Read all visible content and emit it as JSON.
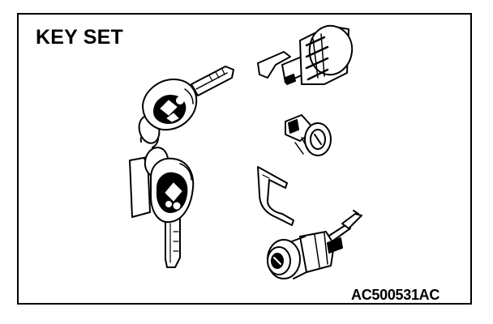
{
  "diagram": {
    "title": "KEY SET",
    "reference_code": "AC500531AC",
    "components": [
      "ignition-key-with-keyless-entry-transmitter-upper",
      "ignition-key-with-keyless-entry-transmitter-lower",
      "key-tag",
      "ignition-key-cylinder",
      "small-lock-cylinder",
      "retaining-clip",
      "door-lock-key-cylinder"
    ]
  },
  "colors": {
    "ink": "#000000",
    "paper": "#ffffff"
  }
}
